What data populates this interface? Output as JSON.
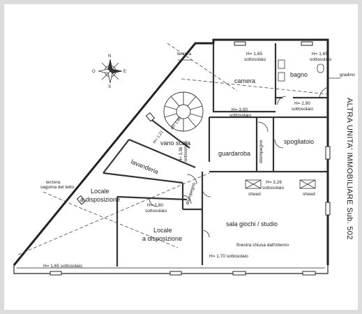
{
  "compass": {
    "n": "N",
    "o": "O",
    "e": "E",
    "s": "S"
  },
  "side_label": "ALTRA UNITA' IMMOBILIARE  Sub. 502",
  "annotations": {
    "terzera_top": "terzera",
    "gradino": "gradino",
    "terzera_left": "terzera",
    "sagoma": "sagoma del tetto",
    "finestra": "finestra chiusa dall'interno"
  },
  "rooms": {
    "camera": "camera",
    "bagno": "bagno",
    "vano_scala": "vano  scala",
    "guardaroba": "guardaroba",
    "disimpegno_a": "disimpegno",
    "spogliatoio": "spogliatoio",
    "lavanderia": "lavanderia",
    "disimpegno_b": "disimpegno",
    "locale_1_a": "Locale",
    "locale_1_b": "a disposizione",
    "locale_2_a": "Locale",
    "locale_2_b": "a disposizione",
    "sala": "sala  giochi  /  studio",
    "sheed_1": "sheed",
    "sheed_2": "sheed"
  },
  "heights": {
    "camera": {
      "h": "H= 1,65",
      "note": "sottosolaio"
    },
    "bagno": {
      "h": "H= 1,65",
      "note": "sottosolaio"
    },
    "h290": {
      "h": "H= 2,90",
      "note": "sottosolaio"
    },
    "h300": {
      "h": "H= 3,00",
      "note": "sottosolaio"
    },
    "h326": {
      "h": "H= 3,26",
      "note": "sottosolaio"
    },
    "h280": {
      "h": "H= 2,80",
      "note": "sottosolaio"
    },
    "h336": "H= 3,36",
    "h336_note": "sottosolaio",
    "h121": "H= 1,21",
    "h162": "H= 1,62",
    "h165_bottom": "H= 1,65 sottosolaio",
    "h170_bottom": "H= 1,70 sottosolaio"
  }
}
